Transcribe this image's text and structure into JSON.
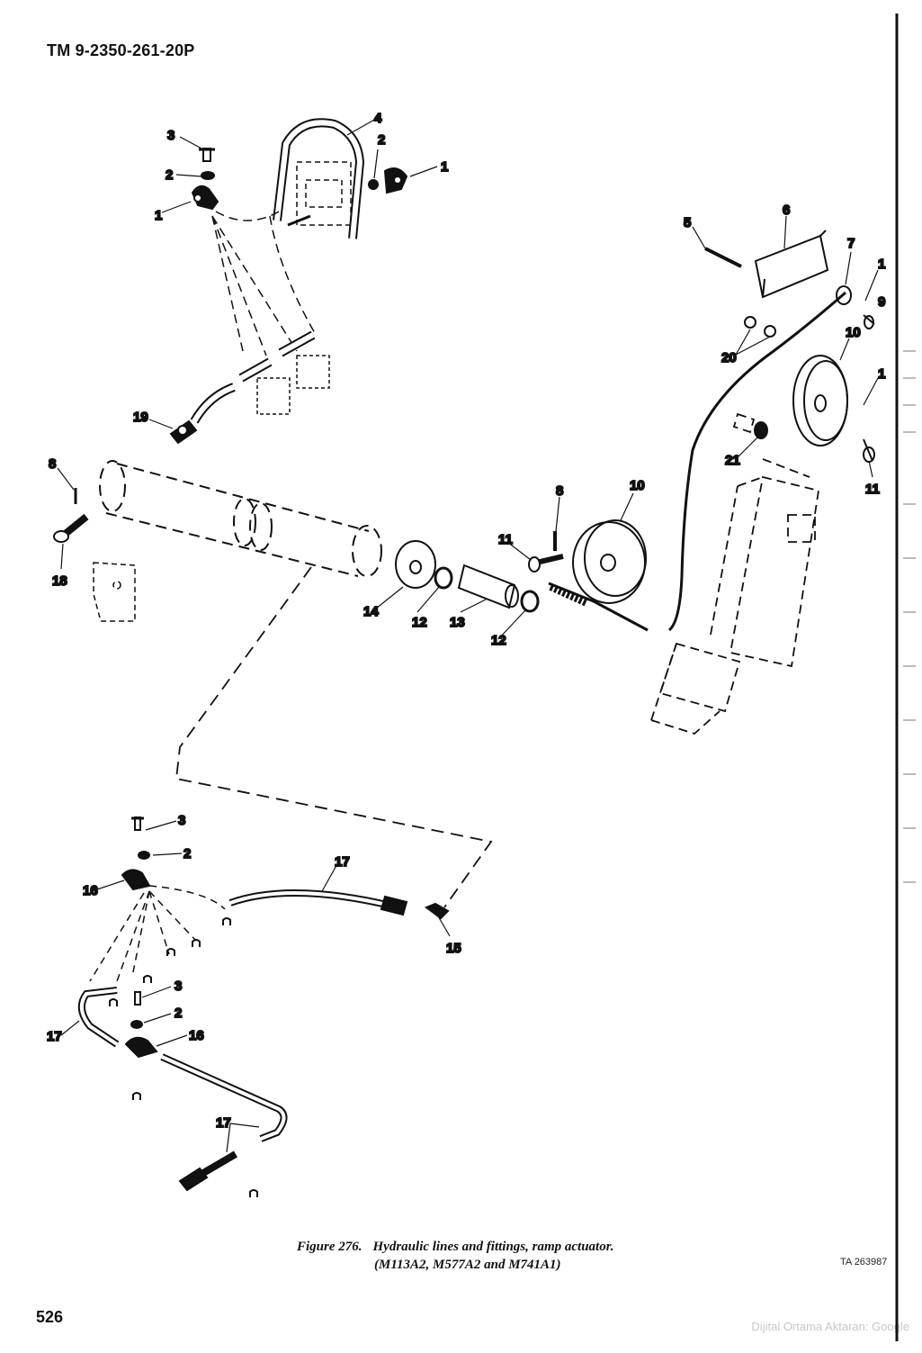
{
  "header": {
    "manual_number": "TM 9-2350-261-20P"
  },
  "figure": {
    "number_label": "Figure 276.",
    "title": "Hydraulic lines and fittings, ramp actuator.",
    "models": "(M113A2, M577A2 and M741A1)",
    "ta_number": "TA 263987"
  },
  "callouts": {
    "c1": "3",
    "c2": "4",
    "c3": "2",
    "c4": "1",
    "c5": "2",
    "c6": "1",
    "c7": "5",
    "c8": "6",
    "c9": "7",
    "c10": "1",
    "c11": "9",
    "c12": "20",
    "c13": "10",
    "c14": "1",
    "c15": "19",
    "c16": "21",
    "c17": "8",
    "c18": "18",
    "c19": "11",
    "c20": "8",
    "c21": "10",
    "c22": "11",
    "c23": "14",
    "c24": "12",
    "c25": "13",
    "c26": "12",
    "c27": "3",
    "c28": "2",
    "c29": "16",
    "c30": "17",
    "c31": "15",
    "c32": "3",
    "c33": "2",
    "c34": "17",
    "c35": "16",
    "c36": "17"
  },
  "footer": {
    "page_number": "526",
    "watermark": "Dijital Ortama Aktaran: Google"
  }
}
